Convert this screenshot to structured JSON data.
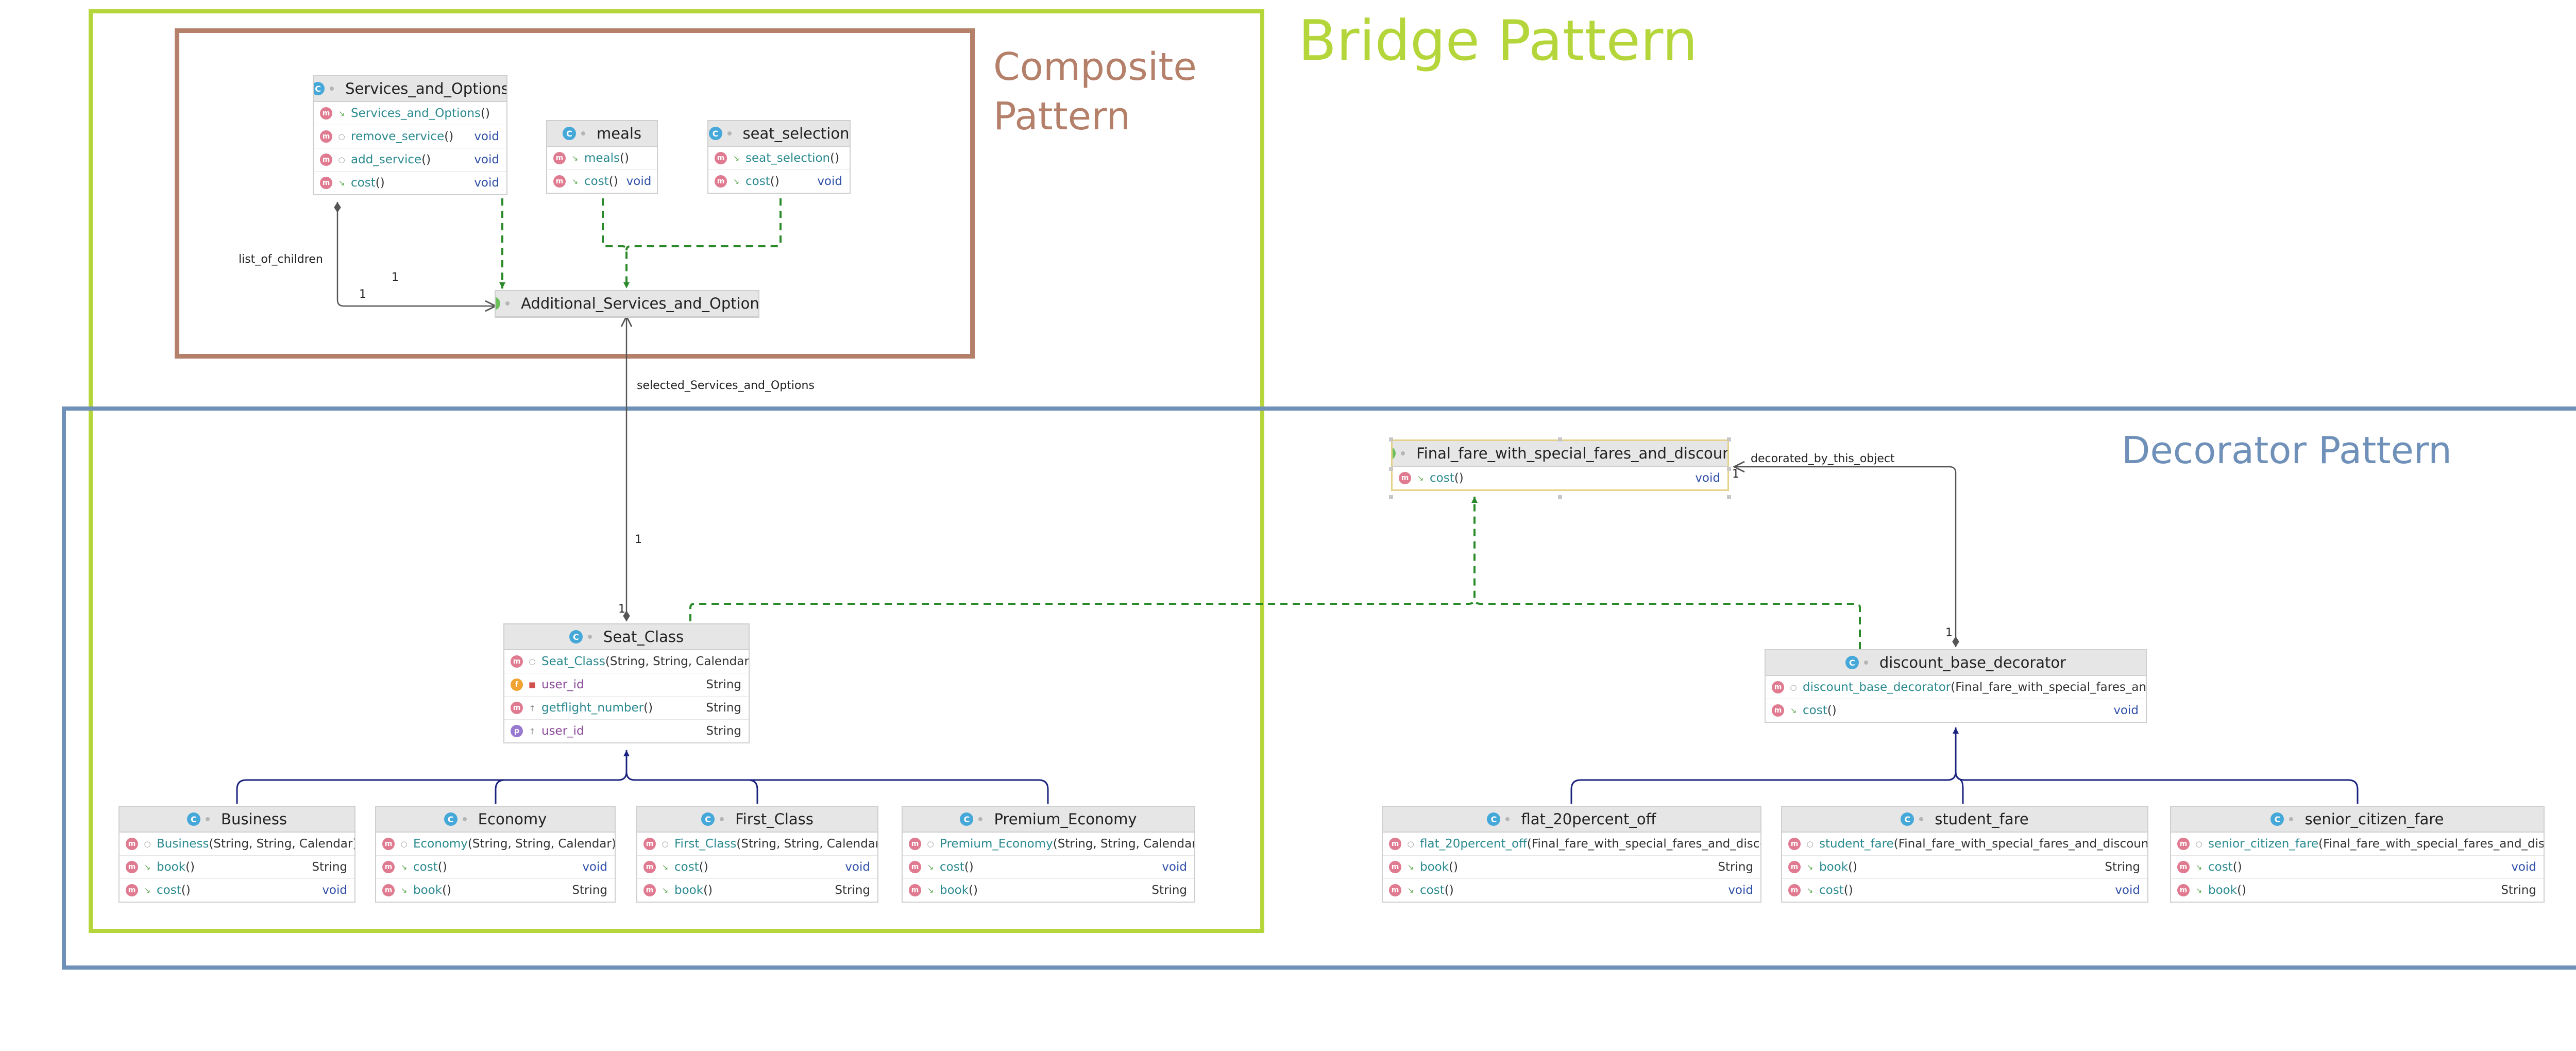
{
  "patterns": {
    "bridge": {
      "title": "Bridge Pattern",
      "color": "#b5d63a"
    },
    "composite": {
      "title_line1": "Composite",
      "title_line2": "Pattern",
      "color": "#b5806a"
    },
    "decorator": {
      "title": "Decorator Pattern",
      "color": "#6f90b8"
    }
  },
  "edge_labels": {
    "list_of_children": "list_of_children",
    "composite_mult_a": "1",
    "composite_mult_b": "1",
    "selected": "selected_Services_and_Options",
    "selected_mult_a": "1",
    "selected_mult_b": "1",
    "decorated": "decorated_by_this_object",
    "decorated_mult_a": "1",
    "decorated_mult_b": "1"
  },
  "classes": {
    "services_and_options": {
      "name": "Services_and_Options",
      "kind": "C",
      "members": [
        {
          "badge": "m",
          "vis": "public",
          "name": "Services_and_Options",
          "params": "()",
          "type": ""
        },
        {
          "badge": "m",
          "vis": "package",
          "name": "remove_service",
          "params": "()",
          "type": "void"
        },
        {
          "badge": "m",
          "vis": "package",
          "name": "add_service",
          "params": "()",
          "type": "void"
        },
        {
          "badge": "m",
          "vis": "public",
          "name": "cost",
          "params": "()",
          "type": "void"
        }
      ]
    },
    "meals": {
      "name": "meals",
      "kind": "C",
      "members": [
        {
          "badge": "m",
          "vis": "public",
          "name": "meals",
          "params": "()",
          "type": ""
        },
        {
          "badge": "m",
          "vis": "public",
          "name": "cost",
          "params": "()",
          "type": "void"
        }
      ]
    },
    "seat_selection": {
      "name": "seat_selection",
      "kind": "C",
      "members": [
        {
          "badge": "m",
          "vis": "public",
          "name": "seat_selection",
          "params": "()",
          "type": ""
        },
        {
          "badge": "m",
          "vis": "public",
          "name": "cost",
          "params": "()",
          "type": "void"
        }
      ]
    },
    "additional": {
      "name": "Additional_Services_and_Options",
      "kind": "I",
      "members": []
    },
    "seat_class": {
      "name": "Seat_Class",
      "kind": "C",
      "members": [
        {
          "badge": "m",
          "vis": "package",
          "name": "Seat_Class",
          "params": "(String, String, Calendar)",
          "type": ""
        },
        {
          "badge": "f",
          "vis": "private",
          "name": "user_id",
          "params": "",
          "type": "String"
        },
        {
          "badge": "m",
          "vis": "static",
          "name": "getflight_number",
          "params": "()",
          "type": "String"
        },
        {
          "badge": "p",
          "vis": "static",
          "name": "user_id",
          "params": "",
          "type": "String"
        }
      ]
    },
    "business": {
      "name": "Business",
      "kind": "C",
      "members": [
        {
          "badge": "m",
          "vis": "package",
          "name": "Business",
          "params": "(String, String, Calendar)",
          "type": ""
        },
        {
          "badge": "m",
          "vis": "public",
          "name": "book",
          "params": "()",
          "type": "String"
        },
        {
          "badge": "m",
          "vis": "public",
          "name": "cost",
          "params": "()",
          "type": "void"
        }
      ]
    },
    "economy": {
      "name": "Economy",
      "kind": "C",
      "members": [
        {
          "badge": "m",
          "vis": "package",
          "name": "Economy",
          "params": "(String, String, Calendar)",
          "type": ""
        },
        {
          "badge": "m",
          "vis": "public",
          "name": "cost",
          "params": "()",
          "type": "void"
        },
        {
          "badge": "m",
          "vis": "public",
          "name": "book",
          "params": "()",
          "type": "String"
        }
      ]
    },
    "first_class": {
      "name": "First_Class",
      "kind": "C",
      "members": [
        {
          "badge": "m",
          "vis": "package",
          "name": "First_Class",
          "params": "(String, String, Calendar)",
          "type": ""
        },
        {
          "badge": "m",
          "vis": "public",
          "name": "cost",
          "params": "()",
          "type": "void"
        },
        {
          "badge": "m",
          "vis": "public",
          "name": "book",
          "params": "()",
          "type": "String"
        }
      ]
    },
    "premium_economy": {
      "name": "Premium_Economy",
      "kind": "C",
      "members": [
        {
          "badge": "m",
          "vis": "package",
          "name": "Premium_Economy",
          "params": "(String, String, Calendar)",
          "type": ""
        },
        {
          "badge": "m",
          "vis": "public",
          "name": "cost",
          "params": "()",
          "type": "void"
        },
        {
          "badge": "m",
          "vis": "public",
          "name": "book",
          "params": "()",
          "type": "String"
        }
      ]
    },
    "final_fare": {
      "name": "Final_fare_with_special_fares_and_discount",
      "kind": "I",
      "members": [
        {
          "badge": "m",
          "vis": "public",
          "name": "cost",
          "params": "()",
          "type": "void"
        }
      ]
    },
    "discount_base": {
      "name": "discount_base_decorator",
      "kind": "C",
      "members": [
        {
          "badge": "m",
          "vis": "package",
          "name": "discount_base_decorator",
          "params": "(Final_fare_with_special_fares_and_dis",
          "type": ""
        },
        {
          "badge": "m",
          "vis": "public",
          "name": "cost",
          "params": "()",
          "type": "void"
        }
      ]
    },
    "flat_20": {
      "name": "flat_20percent_off",
      "kind": "C",
      "members": [
        {
          "badge": "m",
          "vis": "package",
          "name": "flat_20percent_off",
          "params": "(Final_fare_with_special_fares_and_discounts",
          "type": ""
        },
        {
          "badge": "m",
          "vis": "public",
          "name": "book",
          "params": "()",
          "type": "String"
        },
        {
          "badge": "m",
          "vis": "public",
          "name": "cost",
          "params": "()",
          "type": "void"
        }
      ]
    },
    "student_fare": {
      "name": "student_fare",
      "kind": "C",
      "members": [
        {
          "badge": "m",
          "vis": "package",
          "name": "student_fare",
          "params": "(Final_fare_with_special_fares_and_discounts)",
          "type": ""
        },
        {
          "badge": "m",
          "vis": "public",
          "name": "book",
          "params": "()",
          "type": "String"
        },
        {
          "badge": "m",
          "vis": "public",
          "name": "cost",
          "params": "()",
          "type": "void"
        }
      ]
    },
    "senior_fare": {
      "name": "senior_citizen_fare",
      "kind": "C",
      "members": [
        {
          "badge": "m",
          "vis": "package",
          "name": "senior_citizen_fare",
          "params": "(Final_fare_with_special_fares_and_discoun",
          "type": ""
        },
        {
          "badge": "m",
          "vis": "public",
          "name": "cost",
          "params": "()",
          "type": "void"
        },
        {
          "badge": "m",
          "vis": "public",
          "name": "book",
          "params": "()",
          "type": "String"
        }
      ]
    }
  }
}
